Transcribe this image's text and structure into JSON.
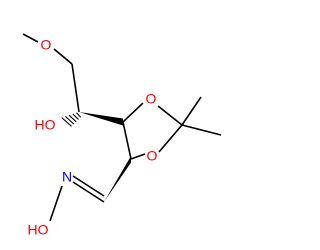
{
  "molecule": {
    "atoms": {
      "o_methoxy": "O",
      "o_hydroxyl": "HO",
      "o_ring_top": "O",
      "o_ring_bottom": "O",
      "n_oxime": "N",
      "o_oxime": "HO"
    },
    "colors": {
      "bond": "#000000",
      "oxygen": "#ff0000",
      "nitrogen": "#0000ff"
    }
  }
}
